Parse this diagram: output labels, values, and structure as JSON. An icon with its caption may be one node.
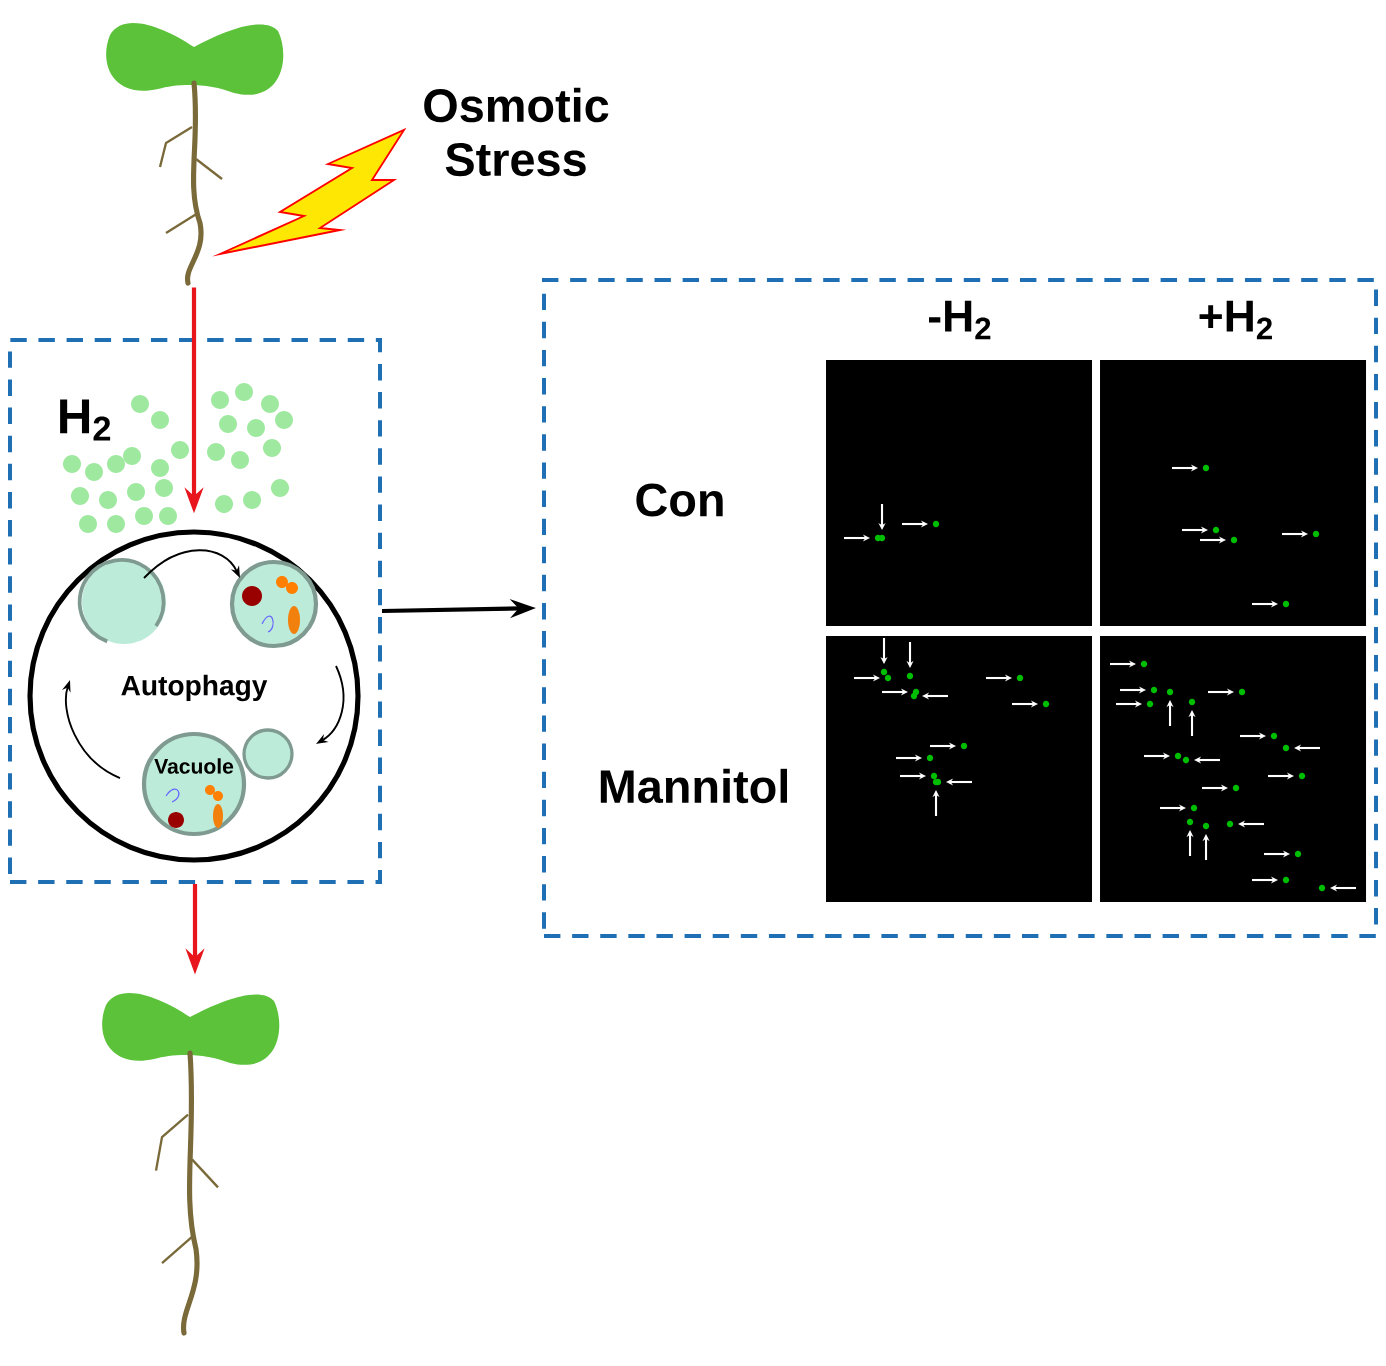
{
  "diagram": {
    "nodes": [
      {
        "text": [],
        "shape": "picture"
      },
      {
        "text": [
          "H$_{2}$"
        ]
      },
      {
        "text": [
          "Autophagy"
        ],
        "in": 1
      },
      {
        "text": [
          "Vacuole"
        ],
        "in": 2
      },
      {
        "text": [],
        "shape": "box"
      },
      {
        "text": [],
        "shape": "picture"
      }
    ],
    "edges": [
      {
        "from": 0,
        "to": 2,
        "arrow": "to",
        "color": "#e8161c"
      },
      {
        "from": 1,
        "to": 4,
        "arrow": "to",
        "color": "#000000"
      },
      {
        "from": 1,
        "to": 5,
        "arrow": "to",
        "color": "#e8161c"
      }
    ],
    "labels": [
      "Osmotic Stress",
      "-H$_{2}$",
      "+H$_{2}$",
      "Con",
      "Mannitol"
    ]
  }
}
